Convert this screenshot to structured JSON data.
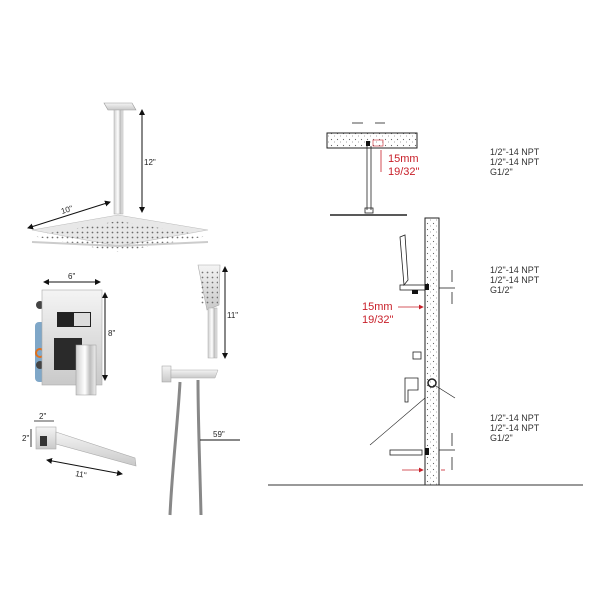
{
  "colors": {
    "accent_red": "#c8202a",
    "line": "#222222",
    "chrome_light": "#eeeeee",
    "chrome_dark": "#777777"
  },
  "products": {
    "rain_shower": {
      "arm_height": "12\"",
      "head_width": "10\""
    },
    "valve_trim": {
      "width": "6\"",
      "height": "8\""
    },
    "tub_spout": {
      "width": "2\"",
      "height": "2\"",
      "length": "11\""
    },
    "hand_shower": {
      "height": "11\"",
      "hose_length": "59\""
    }
  },
  "install_diagram": {
    "ceiling": {
      "offset_mm": "15mm",
      "offset_in": "19/32\"",
      "specs": [
        "1/2\"-14 NPT",
        "1/2\"-14 NPT",
        "G1/2\""
      ]
    },
    "hand_shower_outlet": {
      "offset_mm": "15mm",
      "offset_in": "19/32\"",
      "specs": [
        "1/2\"-14 NPT",
        "1/2\"-14 NPT",
        "G1/2\""
      ]
    },
    "spout_outlet": {
      "specs": [
        "1/2\"-14 NPT",
        "1/2\"-14 NPT",
        "G1/2\""
      ]
    }
  }
}
